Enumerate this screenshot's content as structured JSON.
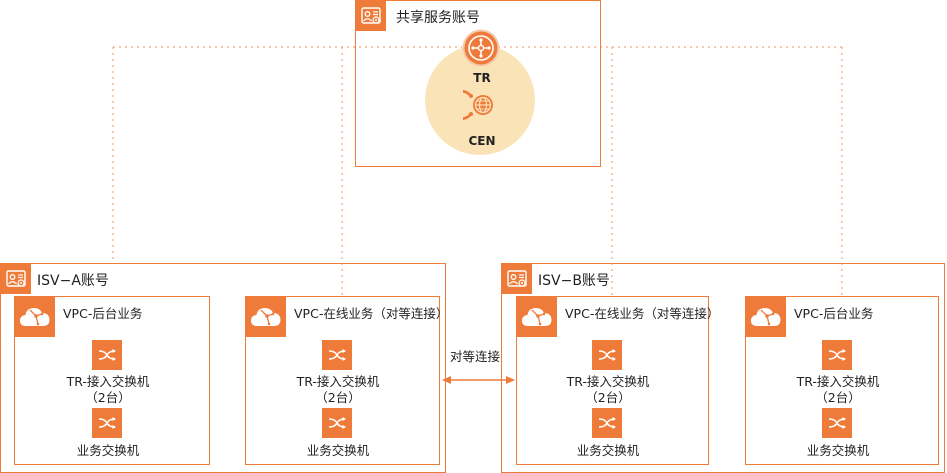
{
  "colors": {
    "accent": "#ee7b3a",
    "dotted_line": "#f2a47a",
    "hub_circle": "#fbe3b8"
  },
  "shared_account": {
    "title": "共享服务账号",
    "icon": "account-icon",
    "tr_label": "TR",
    "tr_icon": "transit-router-icon",
    "cen_label": "CEN",
    "cen_icon": "cen-globe-icon"
  },
  "accounts": [
    {
      "title": "ISV−A账号",
      "icon": "account-icon",
      "vpcs": [
        {
          "title": "VPC-后台业务",
          "icon": "vpc-cloud-icon",
          "tr_switch_label": "TR-接入交换机",
          "tr_switch_count": "（2台）",
          "biz_switch_label": "业务交换机"
        },
        {
          "title": "VPC-在线业务（对等连接）",
          "icon": "vpc-cloud-icon",
          "tr_switch_label": "TR-接入交换机",
          "tr_switch_count": "（2台）",
          "biz_switch_label": "业务交换机"
        }
      ]
    },
    {
      "title": "ISV−B账号",
      "icon": "account-icon",
      "vpcs": [
        {
          "title": "VPC-在线业务（对等连接）",
          "icon": "vpc-cloud-icon",
          "tr_switch_label": "TR-接入交换机",
          "tr_switch_count": "（2台）",
          "biz_switch_label": "业务交换机"
        },
        {
          "title": "VPC-后台业务",
          "icon": "vpc-cloud-icon",
          "tr_switch_label": "TR-接入交换机",
          "tr_switch_count": "（2台）",
          "biz_switch_label": "业务交换机"
        }
      ]
    }
  ],
  "peering": {
    "label": "对等连接"
  }
}
